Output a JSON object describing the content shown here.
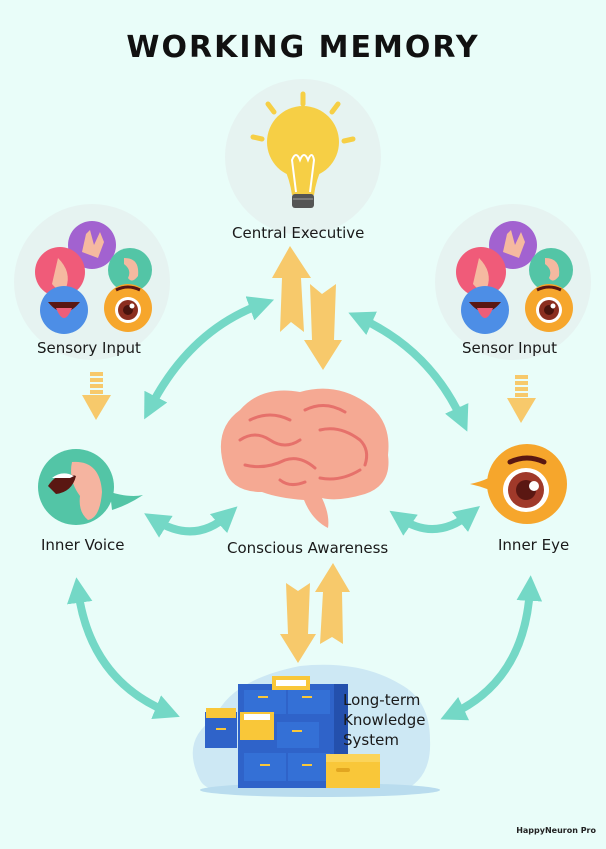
{
  "title": "WORKING MEMORY",
  "nodes": {
    "central_executive": {
      "label": "Central Executive",
      "icon": "lightbulb-icon"
    },
    "sensory_input_left": {
      "label": "Sensory Input",
      "icon": "senses-icon"
    },
    "sensory_input_right": {
      "label": "Sensor Input",
      "icon": "senses-icon"
    },
    "inner_voice": {
      "label": "Inner Voice",
      "icon": "ear-mouth-icon"
    },
    "inner_eye": {
      "label": "Inner Eye",
      "icon": "eye-icon"
    },
    "conscious_awareness": {
      "label": "Conscious Awareness",
      "icon": "brain-icon"
    },
    "long_term": {
      "label_lines": [
        "Long-term",
        "Knowledge",
        "System"
      ],
      "icon": "file-cabinet-icon"
    }
  },
  "colors": {
    "background": "#e9fdf9",
    "teal_arrow": "#74d8c6",
    "yellow_arrow": "#f7c96b",
    "circle_bg": "#e8f4f2",
    "blob_bg": "#cde8f4"
  },
  "footer": "HappyNeuron Pro"
}
